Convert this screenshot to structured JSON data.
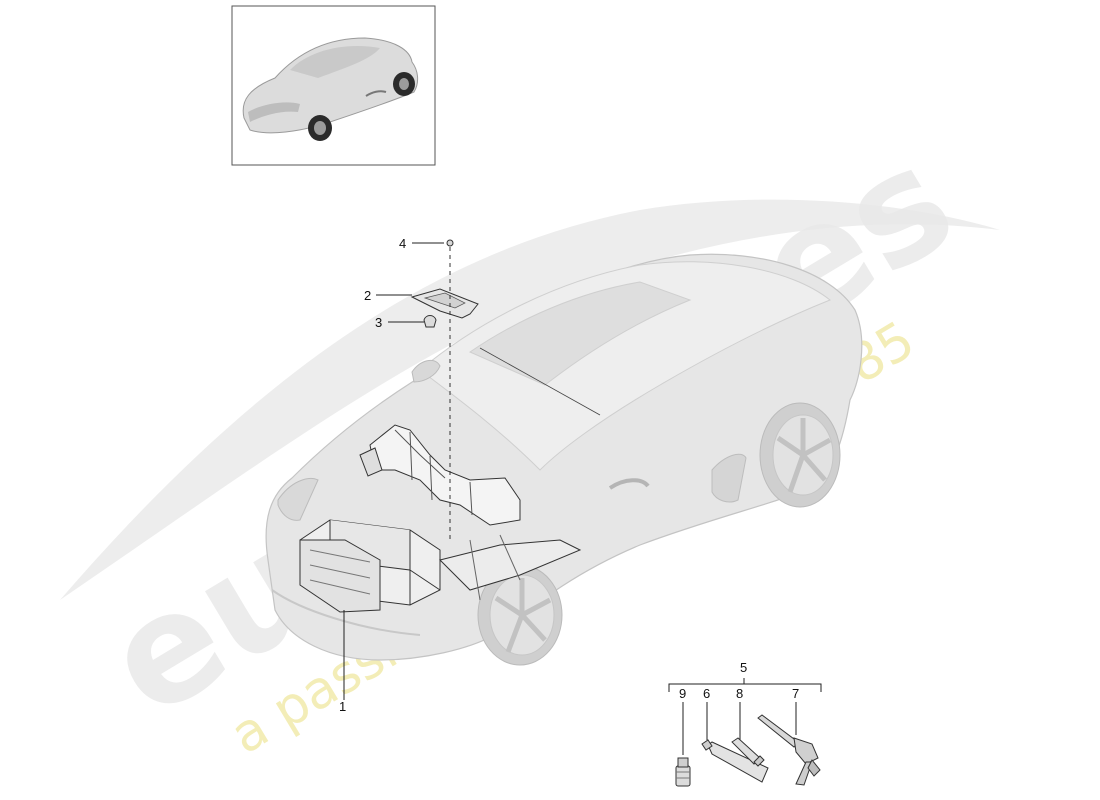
{
  "callouts": {
    "p1": "1",
    "p2": "2",
    "p3": "3",
    "p4": "4",
    "p5": "5",
    "p6": "6",
    "p7": "7",
    "p8": "8",
    "p9": "9"
  },
  "watermark": {
    "brand": "eurospares",
    "tagline": "a passion for parts since 1985"
  },
  "colors": {
    "car_fill": "#e6e6e6",
    "car_stroke": "#c4c4c4",
    "line": "#222222",
    "watermark_grey": "#e9e9e9",
    "watermark_yellow": "#f2ecb0"
  }
}
